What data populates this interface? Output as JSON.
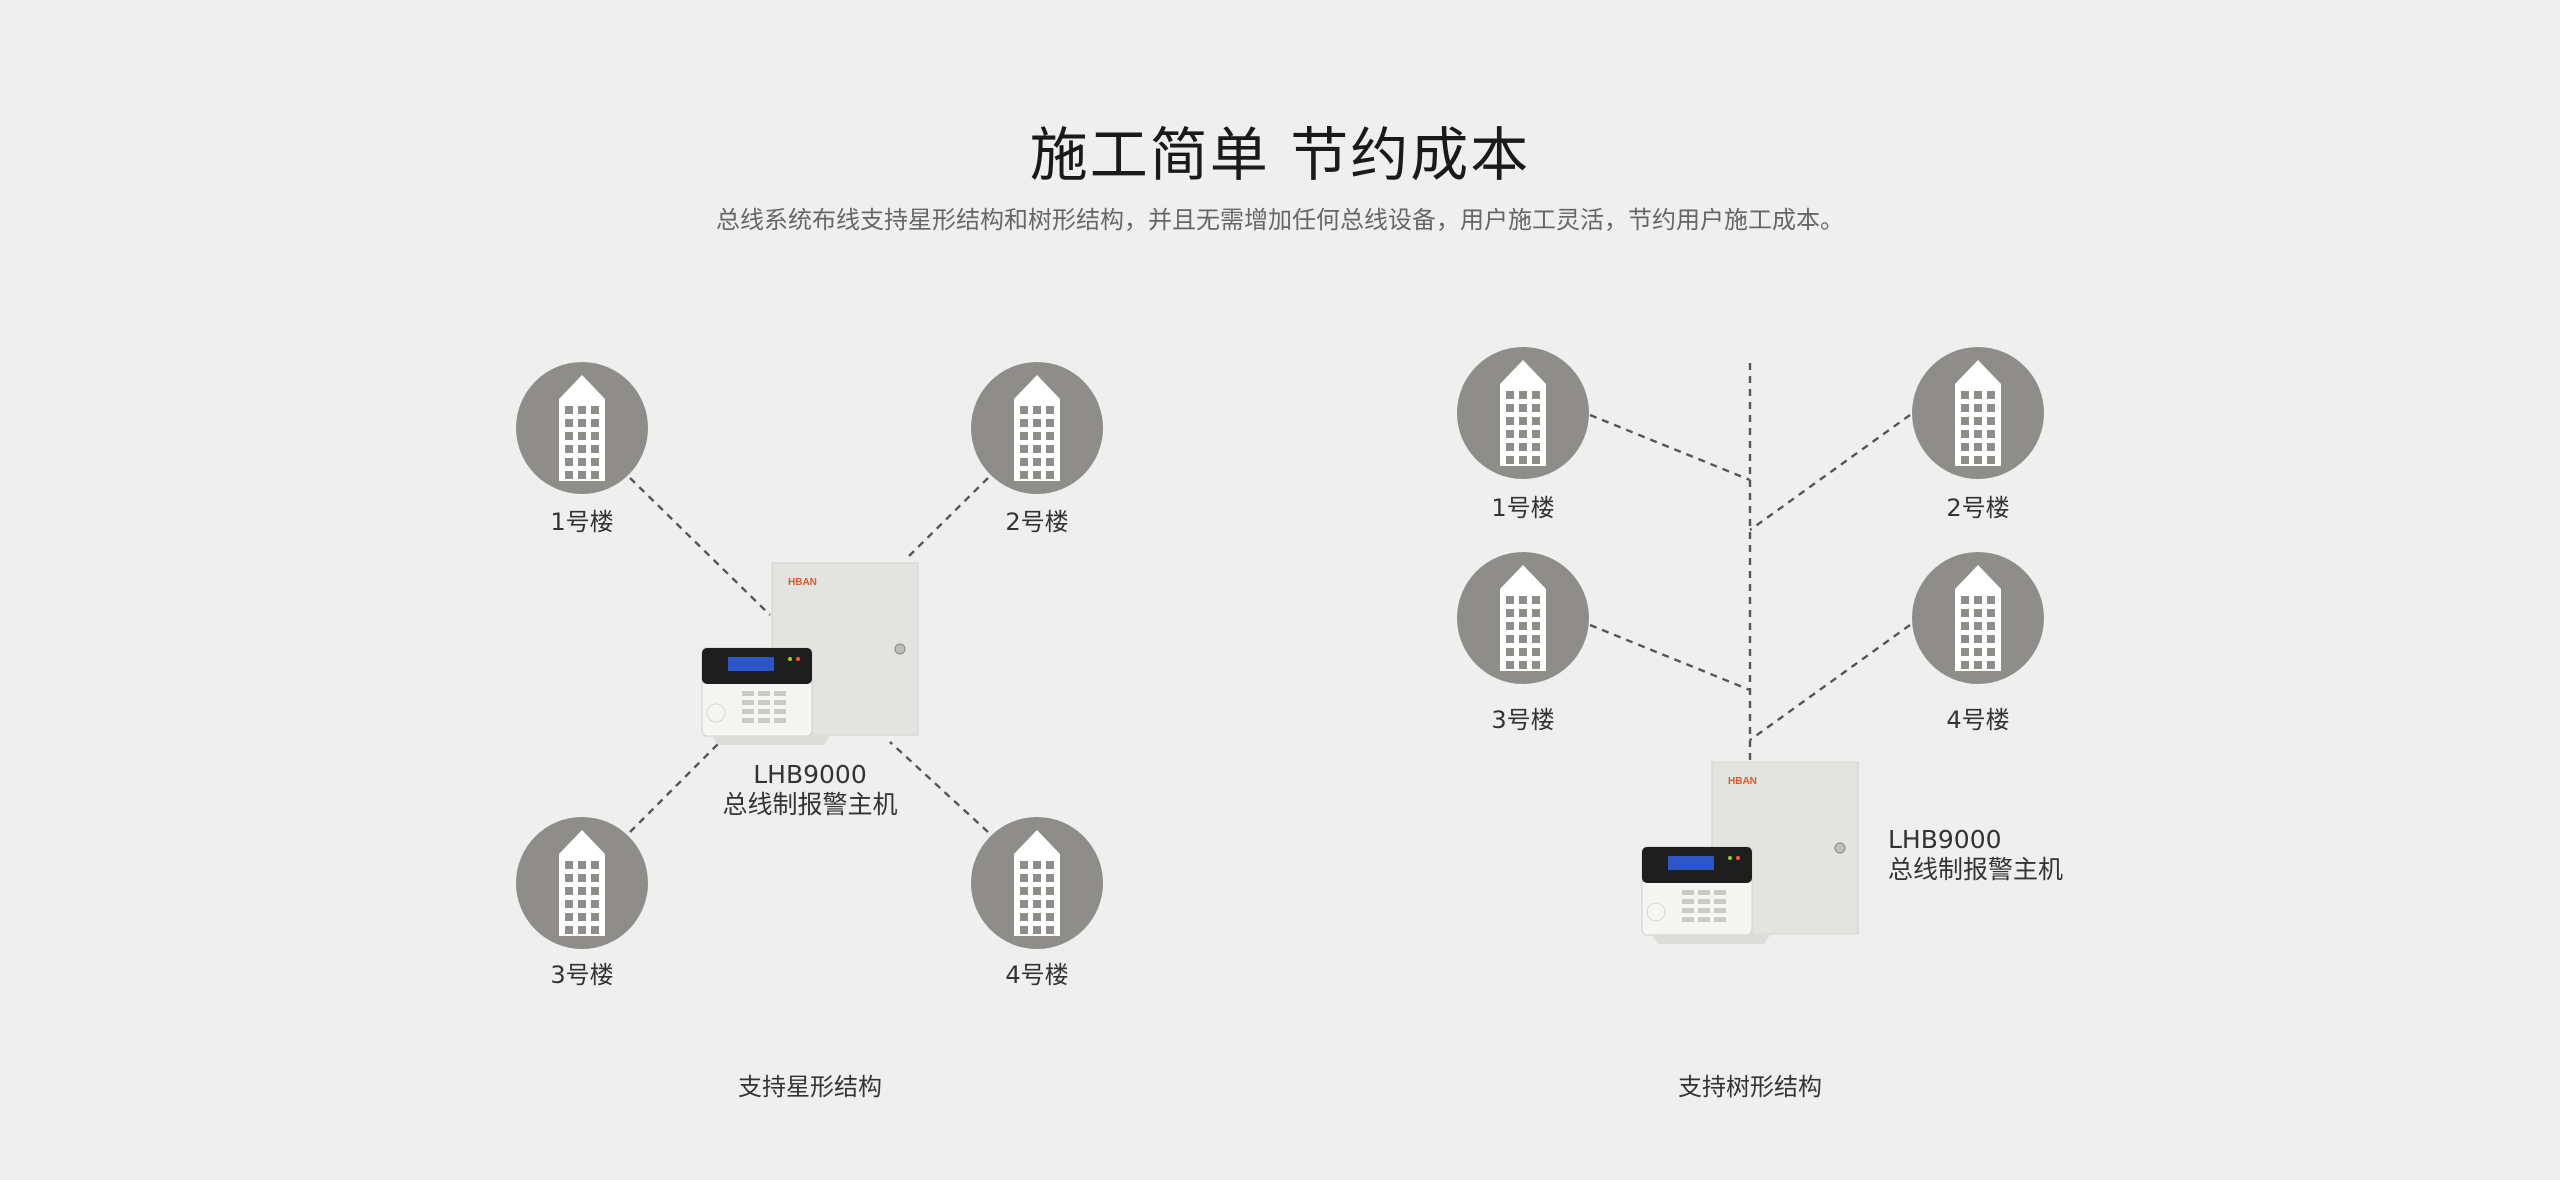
{
  "header": {
    "title": "施工简单  节约成本",
    "subtitle": "总线系统布线支持星形结构和树形结构，并且无需增加任何总线设备，用户施工灵活，节约用户施工成本。"
  },
  "star_panel": {
    "buildings": [
      "1号楼",
      "2号楼",
      "3号楼",
      "4号楼"
    ],
    "device_model": "LHB9000",
    "device_name": "总线制报警主机",
    "caption": "支持星形结构"
  },
  "tree_panel": {
    "buildings": [
      "1号楼",
      "2号楼",
      "3号楼",
      "4号楼"
    ],
    "device_model": "LHB9000",
    "device_name": "总线制报警主机",
    "caption": "支持树形结构"
  },
  "device_brand": "HBAN",
  "colors": {
    "background": "#efefef",
    "building_circle": "#8f8d8a",
    "brand": "#e2562a",
    "cabinet": "#e3e3e0"
  }
}
